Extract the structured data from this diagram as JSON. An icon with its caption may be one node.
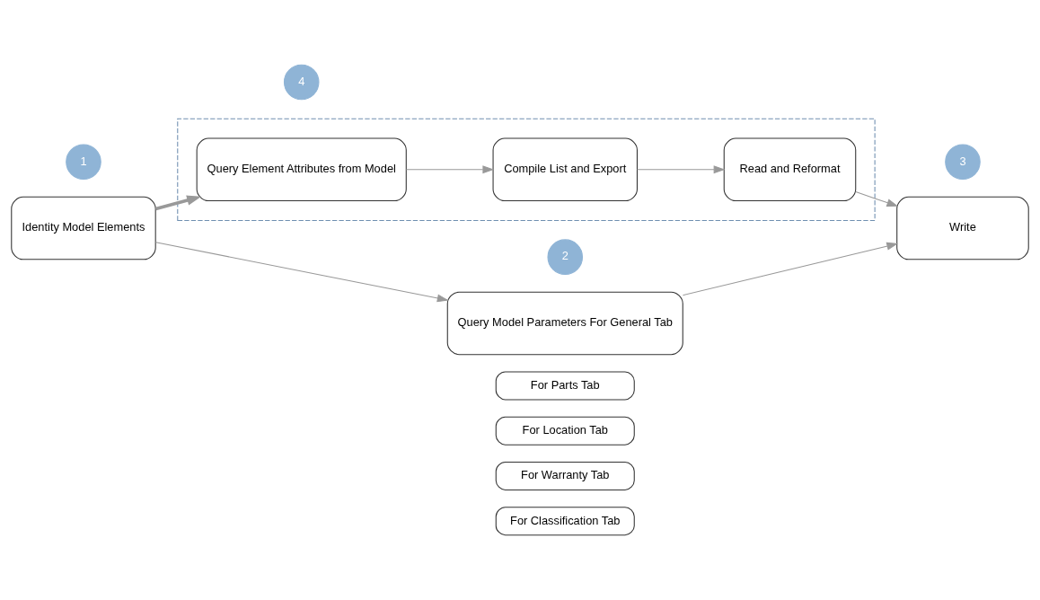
{
  "diagram": {
    "nodes": [
      {
        "text": [
          "1"
        ]
      },
      {
        "text": [
          "Identity Model Elements"
        ]
      },
      {
        "text": [
          "2"
        ]
      },
      {
        "text": [
          "Query Model Parameters For General Tab"
        ]
      },
      {
        "text": [
          "For Parts Tab"
        ]
      },
      {
        "text": [
          "For Location Tab"
        ]
      },
      {
        "text": [
          "For Warranty Tab"
        ]
      },
      {
        "text": [
          "For Classification Tab"
        ]
      },
      {
        "text": [
          "3"
        ]
      },
      {
        "text": [
          "Write"
        ]
      },
      {
        "text": [],
        "shape": "box"
      },
      {
        "text": [
          "4"
        ]
      },
      {
        "text": [
          "Query Element Attributes from Model"
        ],
        "in": 10
      },
      {
        "text": [
          "Compile List and Export"
        ],
        "in": 10
      },
      {
        "text": [
          "Read and Reformat"
        ],
        "in": 10
      }
    ],
    "edges": [
      {
        "from": 1,
        "to": 3,
        "arrow": "to"
      },
      {
        "from": 3,
        "to": 9,
        "arrow": "to"
      },
      {
        "from": 1,
        "to": 12,
        "arrow": "to",
        "style": "thick"
      },
      {
        "from": 12,
        "to": 13,
        "arrow": "to"
      },
      {
        "from": 13,
        "to": 14,
        "arrow": "to"
      },
      {
        "from": 14,
        "to": 9,
        "arrow": "to"
      }
    ]
  }
}
